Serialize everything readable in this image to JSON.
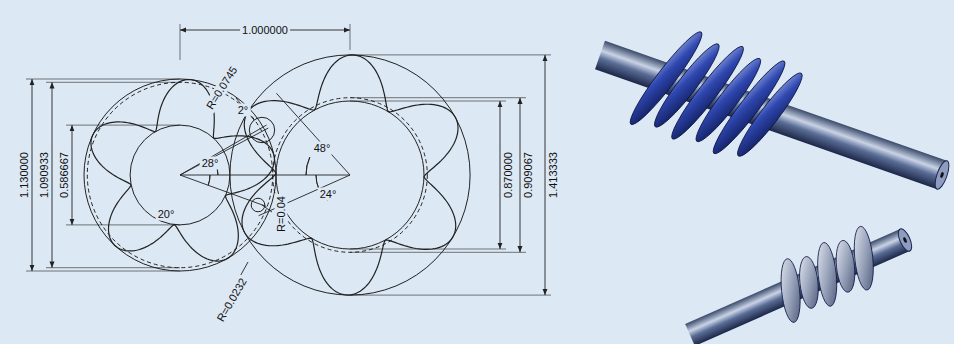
{
  "diagram": {
    "labels": [
      "1.000000",
      "R=0.0745",
      "2°",
      "28°",
      "20°",
      "R=0.04",
      "48°",
      "24°",
      "R=0.0232",
      "1.130000",
      "1.090933",
      "0.586667",
      "0.870000",
      "0.909067",
      "1.413333"
    ]
  }
}
